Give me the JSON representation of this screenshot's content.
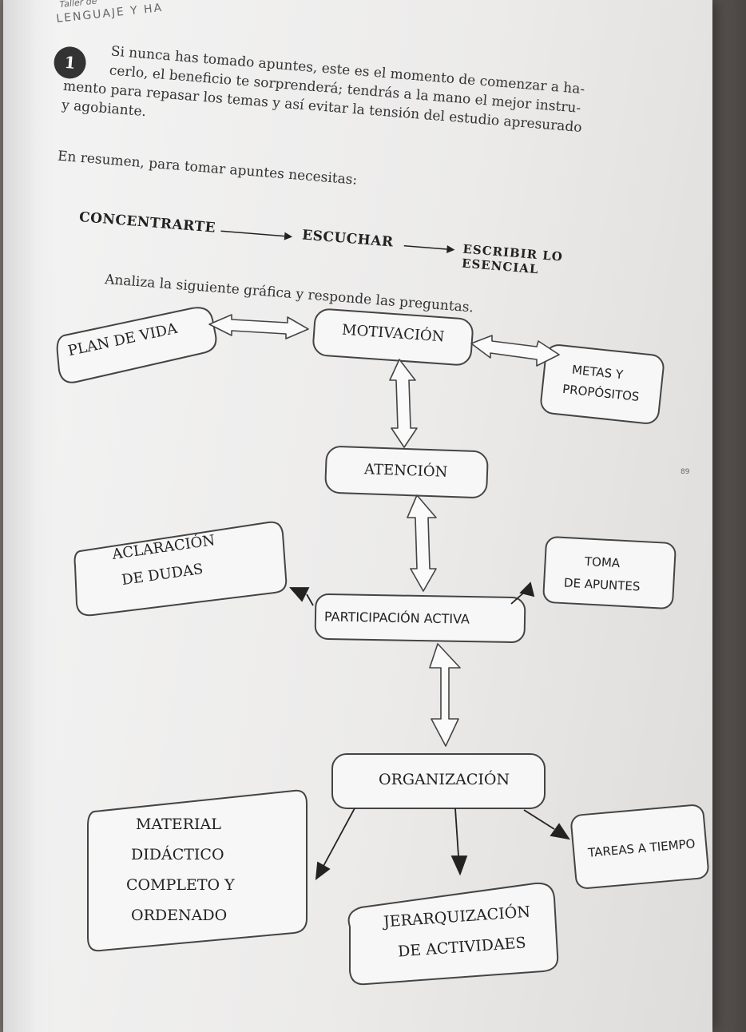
{
  "header": {
    "small": "Taller de",
    "main": "LENGUAJE Y HA"
  },
  "intro": {
    "badge": "1",
    "line1": "Si nunca has tomado apuntes, este es el momento de comenzar a ha-",
    "line2": "cerlo, el beneficio te sorprenderá; tendrás a la mano el mejor instru-",
    "line3": "mento para repasar los temas y así evitar la tensión del estudio apresurado",
    "line4": "y agobiante.",
    "summary": "En resumen, para tomar apuntes necesitas:"
  },
  "sequence": {
    "step1": "CONCENTRARTE",
    "step2": "ESCUCHAR",
    "step3": "ESCRIBIR LO ESENCIAL"
  },
  "instruction": "Analiza la siguiente gráfica y responde las preguntas.",
  "diagram": {
    "plan_de_vida": "PLAN DE VIDA",
    "motivacion": "MOTIVACIÓN",
    "metas_l1": "METAS Y",
    "metas_l2": "PROPÓSITOS",
    "atencion": "ATENCIÓN",
    "aclaracion_l1": "ACLARACIÓN",
    "aclaracion_l2": "DE DUDAS",
    "toma_l1": "TOMA",
    "toma_l2": "DE APUNTES",
    "participacion": "PARTICIPACIÓN ACTIVA",
    "organizacion": "ORGANIZACIÓN",
    "material_l1": "MATERIAL",
    "material_l2": "DIDÁCTICO",
    "material_l3": "COMPLETO Y",
    "material_l4": "ORDENADO",
    "tareas": "TAREAS A TIEMPO",
    "jerarquizacion_l1": "JERARQUIZACIÓN",
    "jerarquizacion_l2": "DE ACTIVIDAES"
  },
  "page_number": "89"
}
